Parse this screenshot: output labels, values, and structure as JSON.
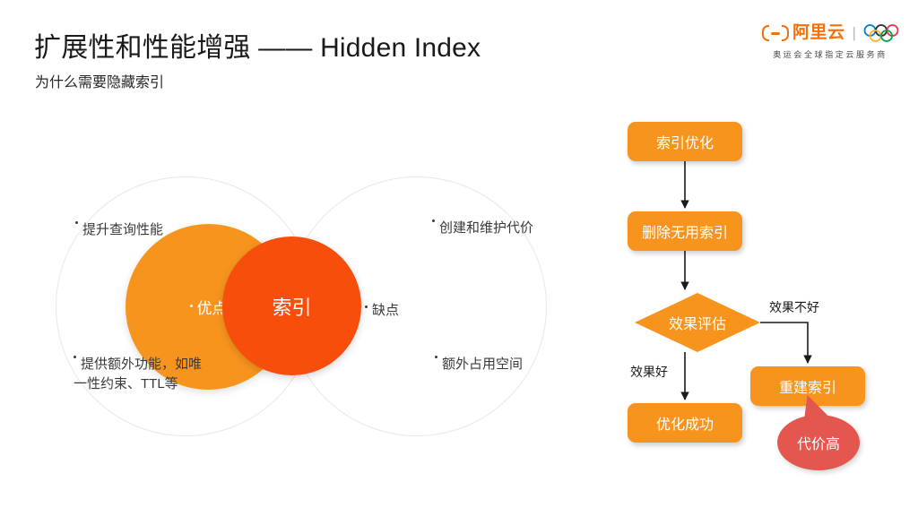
{
  "header": {
    "title": "扩展性和性能增强 —— Hidden Index",
    "subtitle": "为什么需要隐藏索引"
  },
  "logo": {
    "brand_text": "阿里云",
    "divider": "|",
    "rings_icon": "olympic-rings-icon",
    "tagline": "奥运会全球指定云服务商",
    "brand_color": "#F7700A"
  },
  "venn": {
    "left_circle_label": "优点",
    "center_circle_label": "索引",
    "right_circle_label": "缺点",
    "left_circle_color": "#F7941E",
    "center_circle_color": "#F74E0C",
    "pros": [
      "提升查询性能",
      "提供额外功能，如唯一性约束、TTL等"
    ],
    "cons": [
      "创建和维护代价",
      "额外占用空间"
    ]
  },
  "flowchart": {
    "accent_color": "#F7941E",
    "callout_color": "#E4574F",
    "nodes": [
      {
        "id": "start",
        "label": "索引优化",
        "shape": "rounded-rect"
      },
      {
        "id": "cleanup",
        "label": "删除无用索引",
        "shape": "rounded-rect"
      },
      {
        "id": "evaluate",
        "label": "效果评估",
        "shape": "diamond"
      },
      {
        "id": "success",
        "label": "优化成功",
        "shape": "rounded-rect"
      },
      {
        "id": "rebuild",
        "label": "重建索引",
        "shape": "rounded-rect"
      }
    ],
    "edge_labels": {
      "good": "效果好",
      "bad": "效果不好"
    },
    "callout": {
      "label": "代价高",
      "attached_to": "重建索引"
    }
  }
}
